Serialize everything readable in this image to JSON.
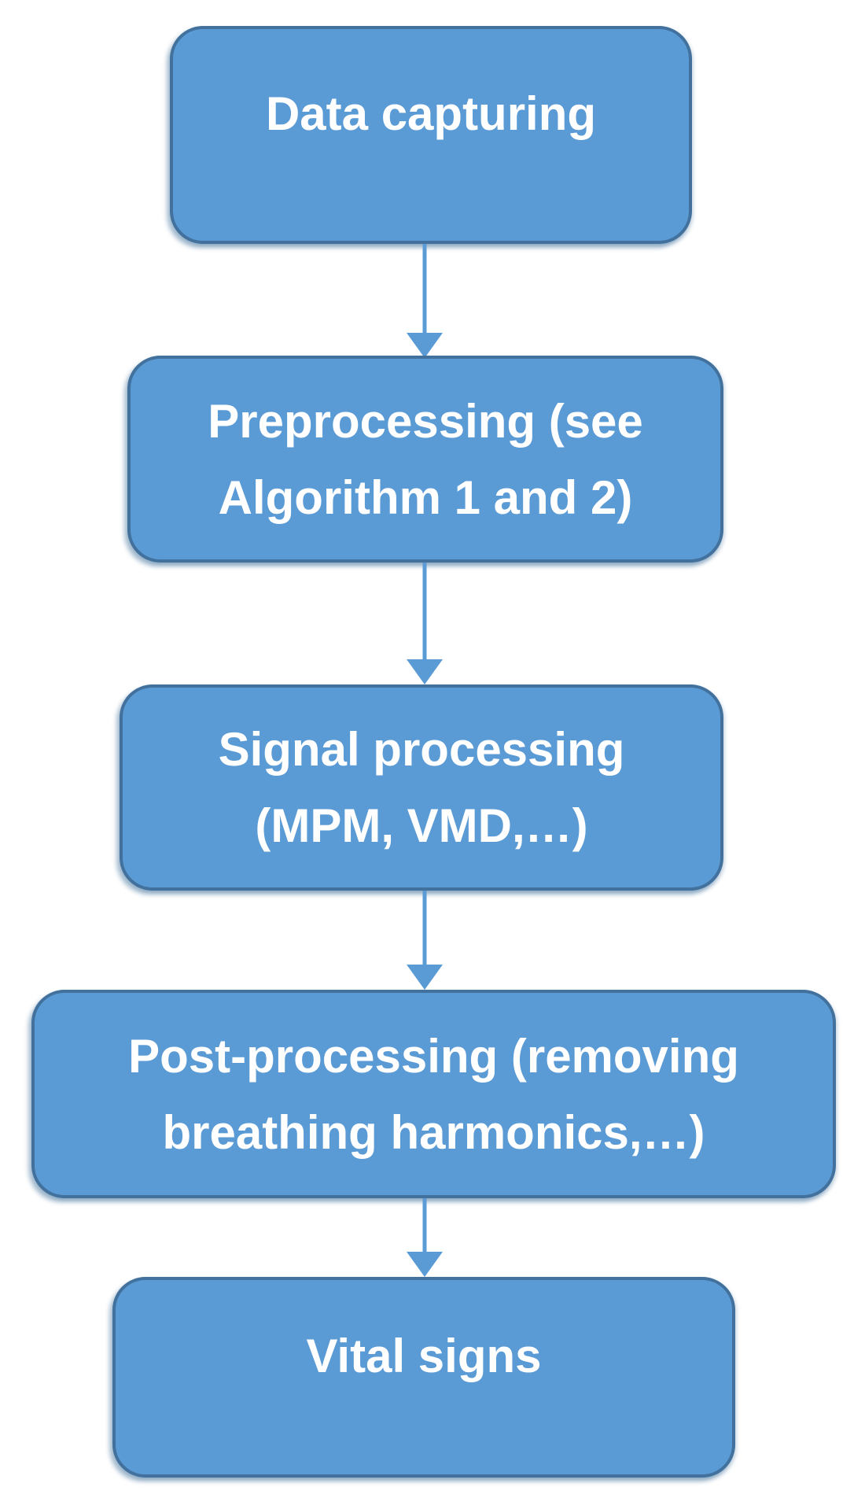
{
  "diagram_type": "flowchart",
  "nodes": [
    {
      "id": "data-capturing",
      "lines": [
        "Data capturing"
      ]
    },
    {
      "id": "preprocessing",
      "lines": [
        "Preprocessing (see",
        "Algorithm 1 and 2)"
      ]
    },
    {
      "id": "signal-processing",
      "lines": [
        "Signal processing",
        "(MPM, VMD,…)"
      ]
    },
    {
      "id": "post-processing",
      "lines": [
        "Post-processing (removing",
        "breathing harmonics,…)"
      ]
    },
    {
      "id": "vital-signs",
      "lines": [
        "Vital signs"
      ]
    }
  ],
  "edges": [
    {
      "from": "data-capturing",
      "to": "preprocessing"
    },
    {
      "from": "preprocessing",
      "to": "signal-processing"
    },
    {
      "from": "signal-processing",
      "to": "post-processing"
    },
    {
      "from": "post-processing",
      "to": "vital-signs"
    }
  ],
  "colors": {
    "box_fill": "#5B9BD5",
    "box_border": "#41719C",
    "arrow": "#5B9BD5",
    "text": "#FFFFFF",
    "background": "#FFFFFF"
  }
}
